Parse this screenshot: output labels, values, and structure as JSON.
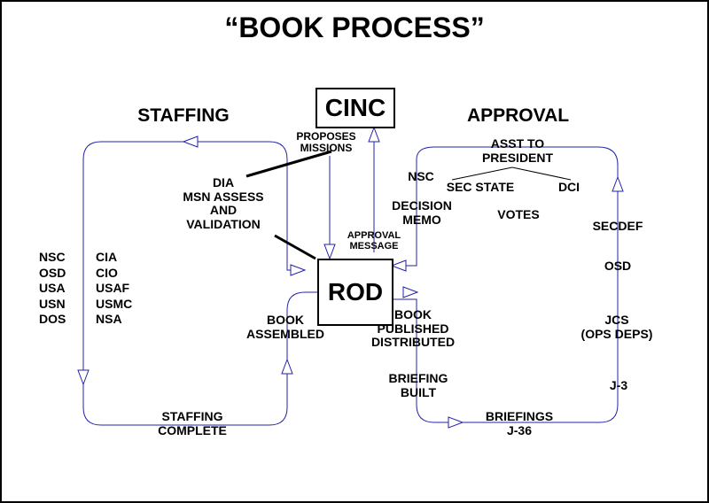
{
  "title": "“BOOK PROCESS”",
  "sections": {
    "staffing": "STAFFING",
    "approval": "APPROVAL"
  },
  "boxes": {
    "cinc": "CINC",
    "rod": "ROD"
  },
  "labels": {
    "proposes_missions_1": "PROPOSES",
    "proposes_missions_2": "MISSIONS",
    "dia_1": "DIA",
    "dia_2": "MSN ASSESS",
    "dia_3": "AND",
    "dia_4": "VALIDATION",
    "approval_message_1": "APPROVAL",
    "approval_message_2": "MESSAGE",
    "book_assembled_1": "BOOK",
    "book_assembled_2": "ASSEMBLED",
    "staffing_complete_1": "STAFFING",
    "staffing_complete_2": "COMPLETE",
    "book_published_1": "BOOK",
    "book_published_2": "PUBLISHED",
    "book_published_3": "DISTRIBUTED",
    "briefing_built_1": "BRIEFING",
    "briefing_built_2": "BUILT",
    "briefings_1": "BRIEFINGS",
    "briefings_2": "J-36",
    "asst_1": "ASST TO",
    "asst_2": "PRESIDENT",
    "nsc": "NSC",
    "sec_state": "SEC STATE",
    "dci": "DCI",
    "decision_memo_1": "DECISION",
    "decision_memo_2": "MEMO",
    "votes": "VOTES",
    "secdef": "SECDEF",
    "osd": "OSD",
    "jcs_1": "JCS",
    "jcs_2": "(OPS DEPS)",
    "j3": "J-3"
  },
  "agencies": {
    "col1": [
      "NSC",
      "OSD",
      "USA",
      "USN",
      "DOS"
    ],
    "col2": [
      "CIA",
      "CIO",
      "USAF",
      "USMC",
      "NSA"
    ]
  },
  "colors": {
    "flow_line": "#2222aa",
    "text": "#000000",
    "background": "#ffffff"
  }
}
